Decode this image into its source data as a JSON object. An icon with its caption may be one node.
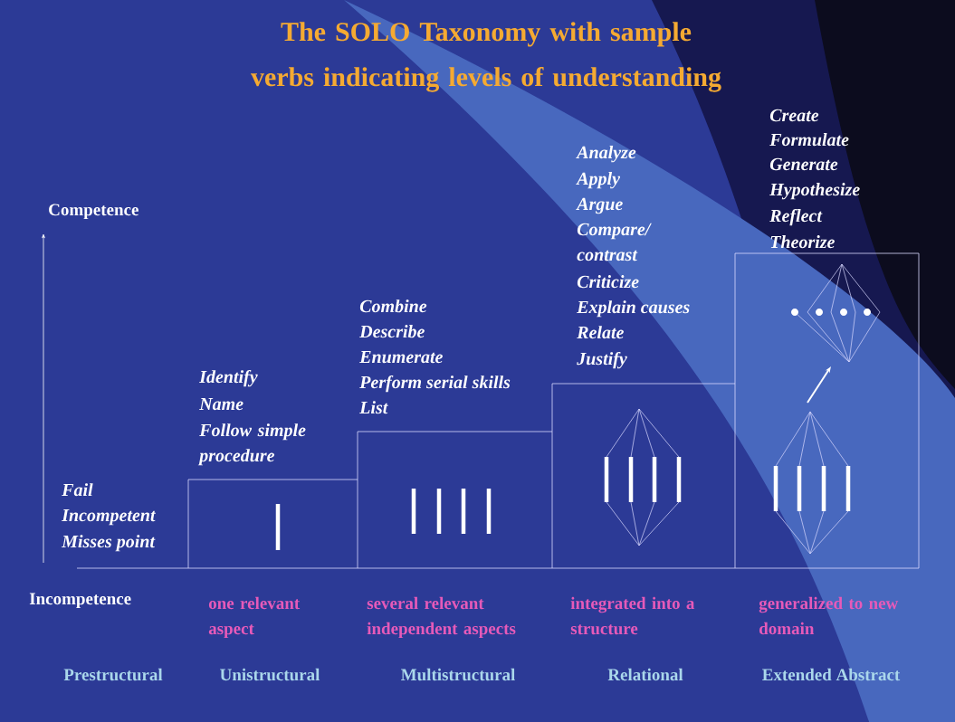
{
  "diagram": {
    "title": "The SOLO Taxonomy with sample verbs indicating levels of understanding",
    "labels": [
      "Competence",
      "Fail",
      "Incompetent",
      "Misses point",
      "Identify",
      "Name",
      "Follow simple procedure",
      "Combine",
      "Describe",
      "Enumerate",
      "Perform serial skills",
      "List",
      "Analyze",
      "Apply",
      "Argue",
      "Compare/ contrast",
      "Criticize",
      "Explain causes",
      "Relate",
      "Justify",
      "Create",
      "Formulate",
      "Generate",
      "Hypothesize",
      "Reflect",
      "Theorize",
      "Incompetence",
      "one relevant aspect",
      "several relevant independent aspects",
      "integrated into a structure",
      "generalized to new domain",
      "Prestructural",
      "Unistructural",
      "Multistructural",
      "Relational",
      "Extended Abstract"
    ]
  }
}
